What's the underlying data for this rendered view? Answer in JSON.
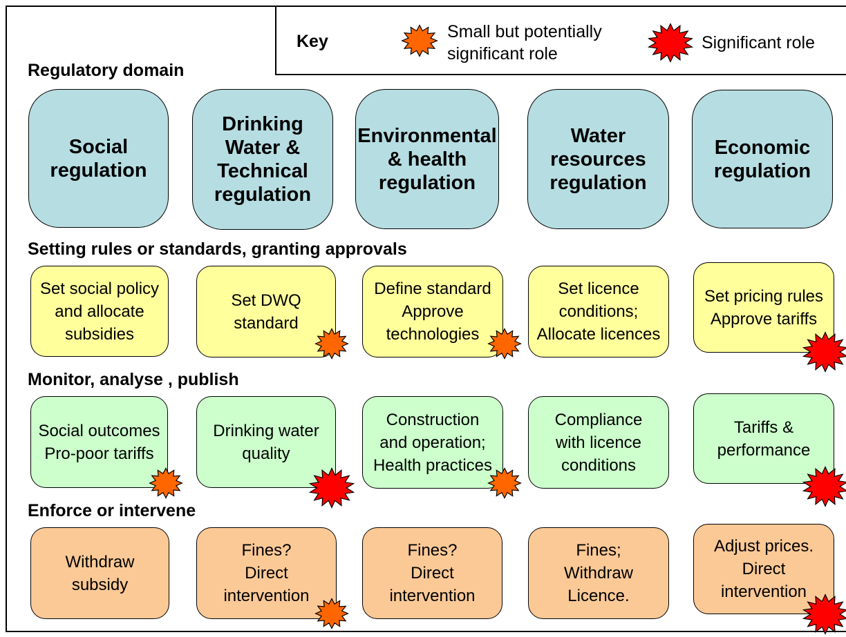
{
  "key": {
    "title": "Key",
    "small_label": "Small but potentially\nsignificant role",
    "significant_label": "Significant  role",
    "colors": {
      "small_star": "#ff6600",
      "significant_star": "#ff0000"
    }
  },
  "sections": {
    "regulatory_domain": "Regulatory domain",
    "setting_rules": "Setting rules or standards, granting approvals",
    "monitor": "Monitor,  analyse , publish",
    "enforce": "Enforce or intervene"
  },
  "domains": [
    "Social\nregulation",
    "Drinking\n  Water &\n  Technical\nregulation",
    "Environmental\n&    health\n   regulation",
    "Water\nresources\nregulation",
    "Economic\nregulation"
  ],
  "rules_row": [
    "Set social policy\nand allocate\nsubsidies",
    "Set DWQ\nstandard",
    "Define standard\nApprove\ntechnologies",
    "Set licence\nconditions;\nAllocate licences",
    "Set pricing rules\nApprove tariffs"
  ],
  "monitor_row": [
    "Social outcomes\nPro-poor tariffs",
    "Drinking water\nquality",
    "Construction\nand operation;\nHealth practices",
    "Compliance\nwith licence\nconditions",
    "Tariffs &\nperformance"
  ],
  "enforce_row": [
    "Withdraw\nsubsidy",
    "Fines?\nDirect\nintervention",
    "Fines?\nDirect\nintervention",
    "Fines;\nWithdraw\nLicence.",
    "Adjust prices.\nDirect\nintervention"
  ],
  "colors": {
    "domain_fill": "#b6dde2",
    "rules_fill": "#ffff9c",
    "monitor_fill": "#ccffcc",
    "enforce_fill": "#fbc996"
  }
}
